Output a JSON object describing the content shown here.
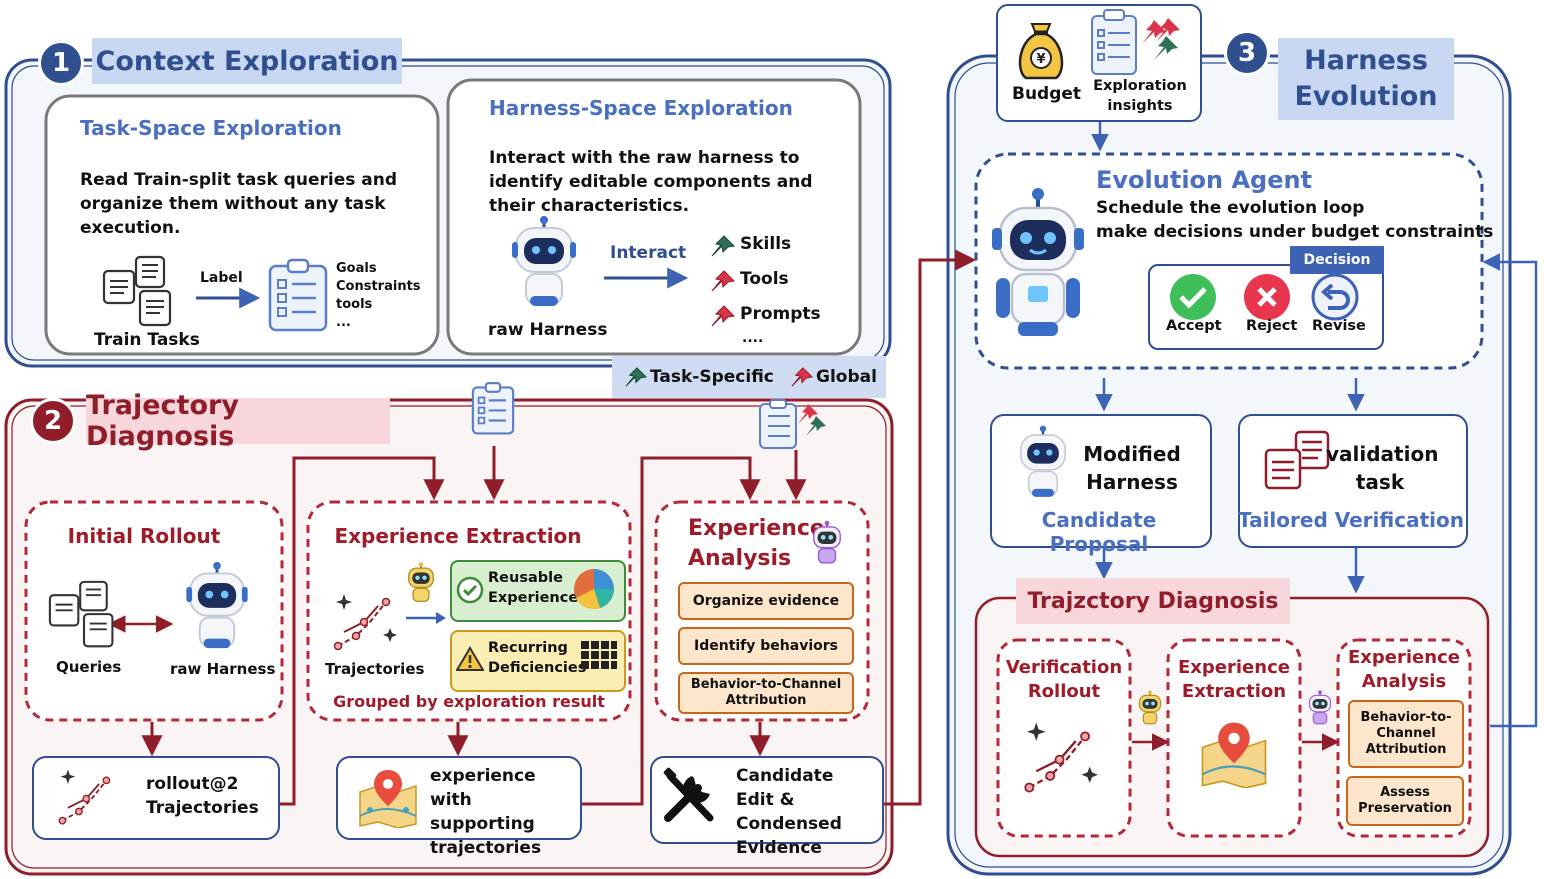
{
  "section1": {
    "number": "1",
    "title": "Context Exploration",
    "task_space": {
      "title": "Task-Space Exploration",
      "desc": "Read Train-split task queries and organize them without any task execution.",
      "train_label": "Train Tasks",
      "arrow_label": "Label",
      "list": [
        "Goals",
        "Constraints",
        "tools",
        "..."
      ]
    },
    "harness_space": {
      "title": "Harness-Space Exploration",
      "desc": "Interact with the raw harness to identify editable components and their characteristics.",
      "robot_label": "raw Harness",
      "arrow_label": "Interact",
      "components": [
        "Skills",
        "Tools",
        "Prompts",
        "...."
      ]
    },
    "legend": {
      "task_specific": "Task-Specific",
      "global": "Global"
    }
  },
  "section2": {
    "number": "2",
    "title": "Trajectory Diagnosis",
    "initial_rollout": {
      "title": "Initial Rollout",
      "queries": "Queries",
      "harness": "raw Harness"
    },
    "extraction": {
      "title": "Experience Extraction",
      "trajectories": "Trajectories",
      "reusable": "Reusable Experience",
      "recurring": "Recurring Deficiencies",
      "grouped": "Grouped by exploration result"
    },
    "analysis": {
      "title": "Experience Analysis",
      "items": [
        "Organize evidence",
        "Identify behaviors",
        "Behavior-to-Channel Attribution"
      ]
    },
    "outputs": {
      "rollout": "rollout@2 Trajectories",
      "experience": "experience with supporting trajectories",
      "candidate": "Candidate Edit & Condensed Evidence"
    }
  },
  "section3": {
    "number": "3",
    "title": "Harness Evolution",
    "budget": "Budget",
    "insights": "Exploration insights",
    "agent": {
      "title": "Evolution Agent",
      "line1": "Schedule the evolution loop",
      "line2": "make decisions under budget constraints",
      "decision": "Decision",
      "accept": "Accept",
      "reject": "Reject",
      "revise": "Revise"
    },
    "candidate": {
      "text": "Modified Harness",
      "label": "Candidate Proposal"
    },
    "verification": {
      "text": "validation task",
      "label": "Tailored Verification"
    },
    "diagnosis": {
      "title": "Trajzctory Diagnosis",
      "verification_rollout": "Verification Rollout",
      "extraction": "Experience Extraction",
      "analysis": "Experience Analysis",
      "items": [
        "Behavior-to-Channel Attribution",
        "Assess Preservation"
      ]
    }
  },
  "colors": {
    "blue": "#2f4f8f",
    "red": "#8f1d2a",
    "accent_blue": "#4a6fc0",
    "orange": "#c8661c"
  }
}
